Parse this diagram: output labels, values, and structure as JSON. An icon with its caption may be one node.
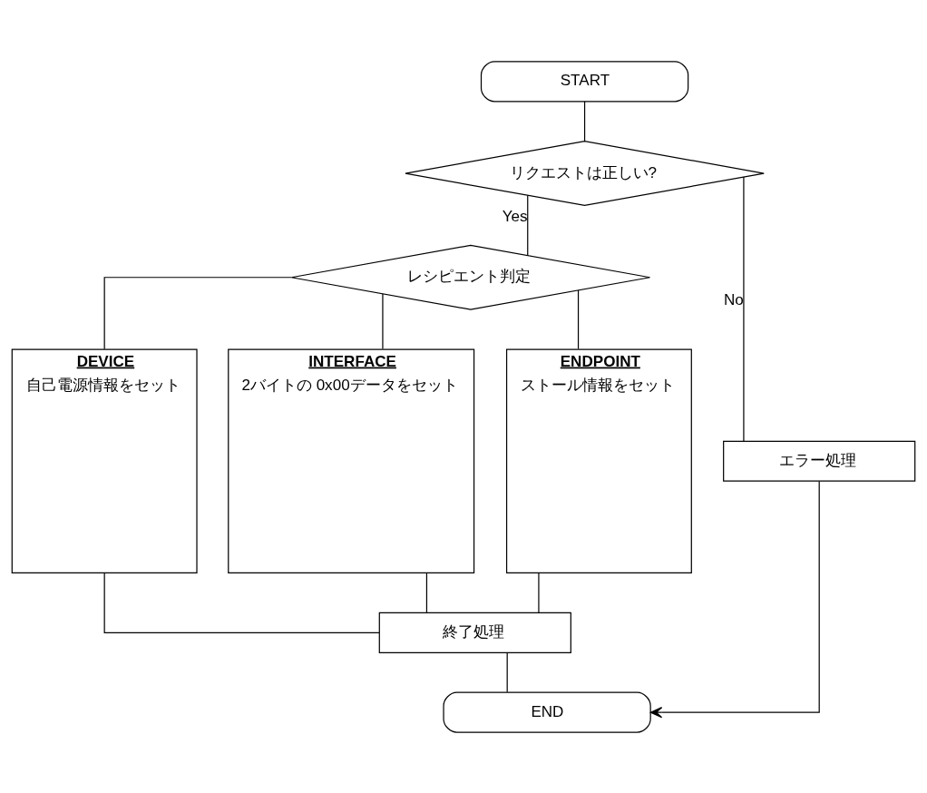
{
  "diagram": {
    "nodes": [
      {
        "text": [
          "START"
        ]
      },
      {
        "text": [
          "リクエストは正しい?"
        ]
      },
      {
        "text": [
          "レシピエント判定"
        ]
      },
      {
        "text": [
          "DEVICE",
          "自己電源情報をセット"
        ]
      },
      {
        "text": [
          "INTERFACE",
          "2バイトの 0x00データをセット"
        ]
      },
      {
        "text": [
          "ENDPOINT",
          "ストール情報をセット"
        ]
      },
      {
        "text": [
          "エラー処理"
        ]
      },
      {
        "text": [
          "終了処理"
        ]
      },
      {
        "text": [
          "END"
        ]
      }
    ],
    "edges": [
      {
        "from": 0,
        "to": 1,
        "arrow": "none"
      },
      {
        "from": 1,
        "to": 2,
        "arrow": "none",
        "label": "Yes"
      },
      {
        "from": 1,
        "to": 6,
        "arrow": "none",
        "label": "No"
      },
      {
        "from": 2,
        "to": 3,
        "arrow": "none"
      },
      {
        "from": 2,
        "to": 4,
        "arrow": "none"
      },
      {
        "from": 2,
        "to": 5,
        "arrow": "none"
      },
      {
        "from": 3,
        "to": 7,
        "arrow": "none"
      },
      {
        "from": 4,
        "to": 7,
        "arrow": "none"
      },
      {
        "from": 5,
        "to": 7,
        "arrow": "none"
      },
      {
        "from": 7,
        "to": 8,
        "arrow": "none"
      },
      {
        "from": 6,
        "to": 8,
        "arrow": "to"
      }
    ]
  }
}
